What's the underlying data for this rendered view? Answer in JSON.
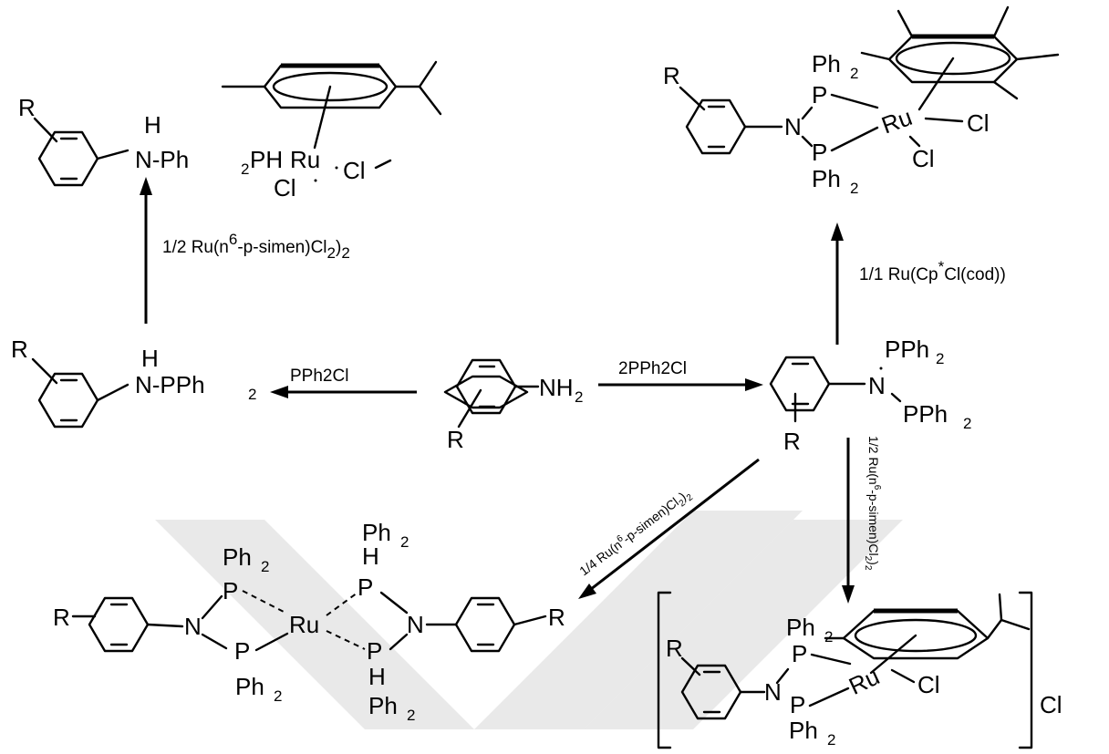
{
  "labels": {
    "R": "R",
    "H": "H",
    "N": "N",
    "P": "P",
    "Ru": "Ru",
    "Cl": "Cl",
    "Ph": "Ph",
    "two": "2",
    "nh2": "NH",
    "pph2": "PPh",
    "ph2ph": "-Ph",
    "ph2ph_tail": "PH",
    "n_pph2": "N-PPh",
    "n_ph2": "N-Ph"
  },
  "reagents": {
    "pph2cl": "PPh2Cl",
    "two_pph2cl": "2PPh2Cl",
    "half_ru_cymene": {
      "pre": "1/2  Ru(n",
      "sup": "6",
      "mid": "-p-simen)Cl",
      "sub1": "2",
      "post": ")",
      "sub2": "2"
    },
    "one_ru_cp": {
      "pre": "1/1 Ru(Cp",
      "sup": "*",
      "post": "Cl(cod))"
    },
    "quarter_ru_cymene": {
      "pre": "1/4  Ru(n",
      "sup": "6",
      "mid": "-p-simen)Cl",
      "sub1": "2",
      "post": ")",
      "sub2": "2"
    },
    "half_ru_cymene_vertical": {
      "pre": "1/2  Ru(n",
      "sup": "6",
      "mid": "-p-simen)Cl",
      "sub1": "2",
      "post": ")",
      "sub2": "2"
    }
  },
  "counterion": "Cl"
}
